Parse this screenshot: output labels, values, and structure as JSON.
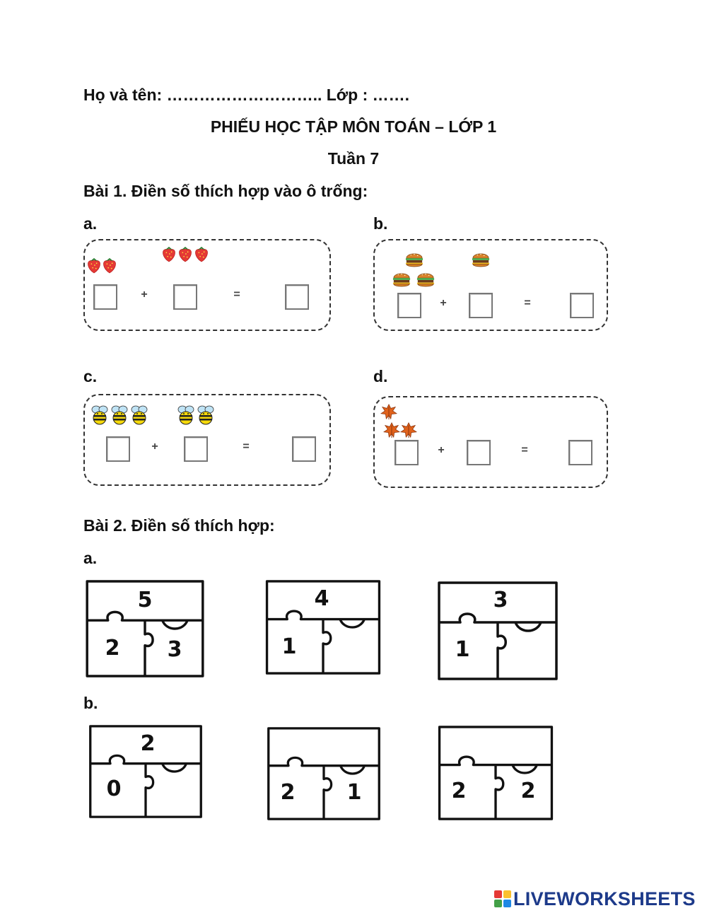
{
  "header": {
    "name_line": "Họ và tên: ……………………….. Lớp : …….",
    "title": "PHIẾU HỌC TẬP MÔN TOÁN – LỚP 1",
    "week": "Tuần 7"
  },
  "exercise1": {
    "heading": "Bài 1. Điền số thích hợp vào ô trống:",
    "parts": [
      {
        "label": "a.",
        "icon": "strawberry-icon",
        "left_count": 2,
        "right_count": 3
      },
      {
        "label": "b.",
        "icon": "burger-icon",
        "left_count": 3,
        "right_count": 1
      },
      {
        "label": "c.",
        "icon": "bee-icon",
        "left_count": 3,
        "right_count": 2
      },
      {
        "label": "d.",
        "icon": "leaf-icon",
        "left_count": 3,
        "right_count": 0
      }
    ],
    "plus": "+",
    "equals": "="
  },
  "exercise2": {
    "heading": "Bài 2. Điền số thích hợp:",
    "label_a": "a.",
    "label_b": "b.",
    "puzzles_a": [
      {
        "top": "5",
        "left": "2",
        "right": "3"
      },
      {
        "top": "4",
        "left": "1",
        "right": ""
      },
      {
        "top": "3",
        "left": "1",
        "right": ""
      }
    ],
    "puzzles_b": [
      {
        "top": "2",
        "left": "0",
        "right": ""
      },
      {
        "top": "",
        "left": "2",
        "right": "1"
      },
      {
        "top": "",
        "left": "2",
        "right": "2"
      }
    ]
  },
  "footer": {
    "brand": "LIVEWORKSHEETS",
    "logo_colors": [
      "#e53935",
      "#fbc02d",
      "#43a047",
      "#1e88e5"
    ]
  }
}
